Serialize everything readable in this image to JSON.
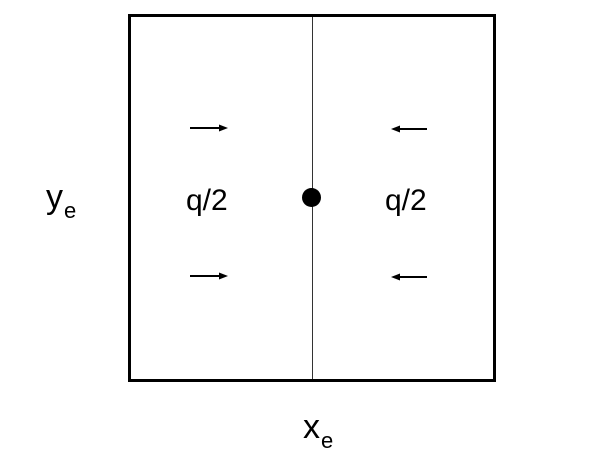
{
  "diagram": {
    "labels": {
      "y_axis": {
        "main": "y",
        "sub": "e"
      },
      "x_axis": {
        "main": "x",
        "sub": "e"
      },
      "left_region": "q/2",
      "right_region": "q/2"
    },
    "arrows": [
      {
        "region": "left",
        "direction": "right",
        "position": "top"
      },
      {
        "region": "left",
        "direction": "right",
        "position": "bottom"
      },
      {
        "region": "right",
        "direction": "left",
        "position": "top"
      },
      {
        "region": "right",
        "direction": "left",
        "position": "bottom"
      }
    ],
    "center_point": "well",
    "colors": {
      "stroke": "#000000",
      "background": "#ffffff"
    }
  }
}
